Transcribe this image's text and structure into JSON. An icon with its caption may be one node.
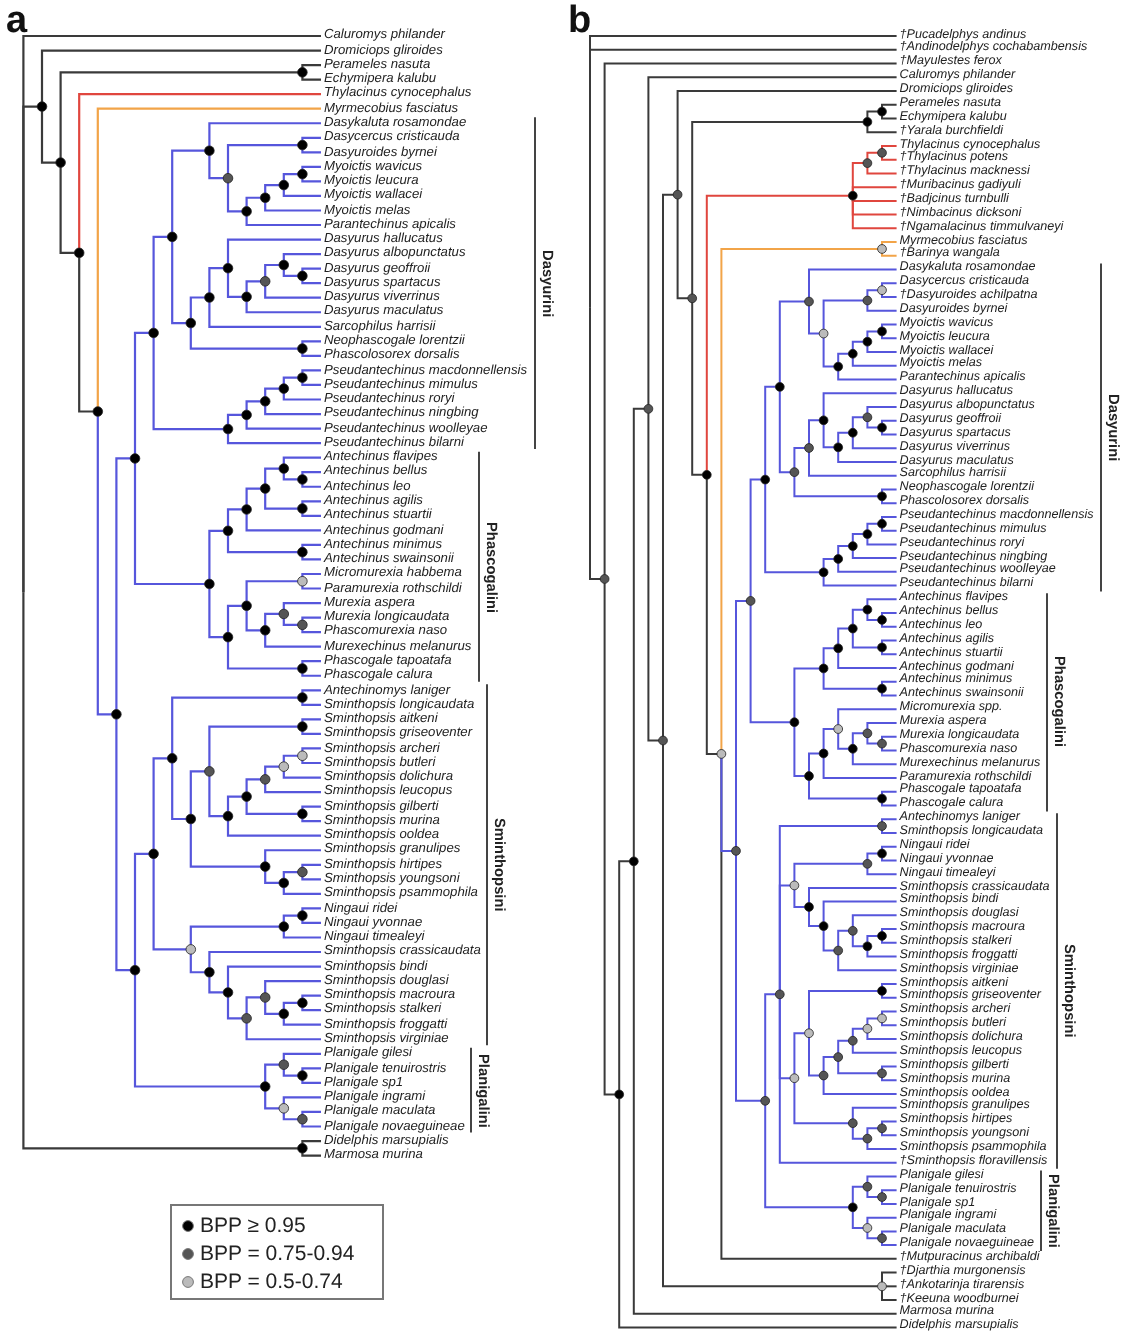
{
  "diagram": {
    "labels": [
      "a",
      "Caluromys philander",
      "Dromiciops gliroides",
      "Perameles nasuta",
      "Echymipera kalubu",
      "Thylacinus cynocephalus",
      "Myrmecobius fasciatus",
      "Dasykaluta rosamondae",
      "Dasycercus cristicauda",
      "Dasyuroides byrnei",
      "Myoictis wavicus",
      "Myoictis leucura",
      "Myoictis wallacei",
      "Myoictis melas",
      "Parantechinus apicalis",
      "Dasyurus hallucatus",
      "Dasyurus albopunctatus",
      "Dasyurus geoffroii",
      "Dasyurus spartacus",
      "Dasyurus viverrinus",
      "Dasyurus maculatus",
      "Sarcophilus harrisii",
      "Neophascogale lorentzii",
      "Phascolosorex dorsalis",
      "Pseudantechinus macdonnellensis",
      "Pseudantechinus mimulus",
      "Pseudantechinus roryi",
      "Pseudantechinus ningbing",
      "Pseudantechinus woolleyae",
      "Pseudantechinus bilarni",
      "Antechinus flavipes",
      "Antechinus bellus",
      "Antechinus leo",
      "Antechinus agilis",
      "Antechinus stuartii",
      "Antechinus godmani",
      "Antechinus minimus",
      "Antechinus swainsonii",
      "Micromurexia habbema",
      "Paramurexia rothschildi",
      "Murexia aspera",
      "Murexia longicaudata",
      "Phascomurexia naso",
      "Murexechinus melanurus",
      "Phascogale tapoatafa",
      "Phascogale calura",
      "Antechinomys laniger",
      "Sminthopsis longicaudata",
      "Sminthopsis aitkeni",
      "Sminthopsis griseoventer",
      "Sminthopsis archeri",
      "Sminthopsis butleri",
      "Sminthopsis dolichura",
      "Sminthopsis leucopus",
      "Sminthopsis gilberti",
      "Sminthopsis murina",
      "Sminthopsis ooldea",
      "Sminthopsis granulipes",
      "Sminthopsis hirtipes",
      "Sminthopsis youngsoni",
      "Sminthopsis psammophila",
      "Ningaui ridei",
      "Ningaui yvonnae",
      "Ningaui timealeyi",
      "Sminthopsis crassicaudata",
      "Sminthopsis bindi",
      "Sminthopsis douglasi",
      "Sminthopsis macroura",
      "Sminthopsis stalkeri",
      "Sminthopsis froggatti",
      "Sminthopsis virginiae",
      "Planigale gilesi",
      "Planigale tenuirostris",
      "Planigale sp1",
      "Planigale ingrami",
      "Planigale maculata",
      "Planigale novaeguineae",
      "Didelphis marsupialis",
      "Marmosa murina",
      "Dasyurini",
      "Phascogalini",
      "Sminthopsini",
      "Planigalini",
      "b",
      "†Pucadelphys andinus",
      "†Andinodelphys cochabambensis",
      "†Mayulestes ferox",
      "Caluromys philander",
      "Dromiciops gliroides",
      "Perameles nasuta",
      "Echymipera kalubu",
      "†Yarala burchfieldi",
      "Thylacinus cynocephalus",
      "†Thylacinus potens",
      "†Thylacinus macknessi",
      "†Muribacinus gadiyuli",
      "†Badjcinus turnbulli",
      "†Nimbacinus dicksoni",
      "†Ngamalacinus timmulvaneyi",
      "Myrmecobius fasciatus",
      "†Barinya wangala",
      "Dasykaluta rosamondae",
      "Dasycercus cristicauda",
      "†Dasyuroides achilpatna",
      "Dasyuroides byrnei",
      "Myoictis wavicus",
      "Myoictis leucura",
      "Myoictis wallacei",
      "Myoictis melas",
      "Parantechinus apicalis",
      "Dasyurus hallucatus",
      "Dasyurus albopunctatus",
      "Dasyurus geoffroii",
      "Dasyurus spartacus",
      "Dasyurus viverrinus",
      "Dasyurus maculatus",
      "Sarcophilus harrisii",
      "Neophascogale lorentzii",
      "Phascolosorex dorsalis",
      "Pseudantechinus macdonnellensis",
      "Pseudantechinus mimulus",
      "Pseudantechinus roryi",
      "Pseudantechinus ningbing",
      "Pseudantechinus woolleyae",
      "Pseudantechinus bilarni",
      "Antechinus flavipes",
      "Antechinus bellus",
      "Antechinus leo",
      "Antechinus agilis",
      "Antechinus stuartii",
      "Antechinus godmani",
      "Antechinus minimus",
      "Antechinus swainsonii",
      "Micromurexia spp.",
      "Murexia aspera",
      "Murexia longicaudata",
      "Phascomurexia naso",
      "Murexechinus melanurus",
      "Paramurexia rothschildi",
      "Phascogale tapoatafa",
      "Phascogale calura",
      "Antechinomys laniger",
      "Sminthopsis longicaudata",
      "Ningaui ridei",
      "Ningaui yvonnae",
      "Ningaui timealeyi",
      "Sminthopsis crassicaudata",
      "Sminthopsis bindi",
      "Sminthopsis douglasi",
      "Sminthopsis macroura",
      "Sminthopsis stalkeri",
      "Sminthopsis froggatti",
      "Sminthopsis virginiae",
      "Sminthopsis aitkeni",
      "Sminthopsis griseoventer",
      "Sminthopsis archeri",
      "Sminthopsis butleri",
      "Sminthopsis dolichura",
      "Sminthopsis leucopus",
      "Sminthopsis gilberti",
      "Sminthopsis murina",
      "Sminthopsis ooldea",
      "Sminthopsis granulipes",
      "Sminthopsis hirtipes",
      "Sminthopsis youngsoni",
      "Sminthopsis psammophila",
      "†Sminthopsis floravillensis",
      "Planigale gilesi",
      "Planigale tenuirostris",
      "Planigale sp1",
      "Planigale ingrami",
      "Planigale maculata",
      "Planigale novaeguineae",
      "†Mutpuracinus archibaldi",
      "†Djarthia murgonensis",
      "†Ankotarinja tirarensis",
      "†Keeuna woodburnei",
      "Marmosa murina",
      "Didelphis marsupialis",
      "Dasyurini",
      "Phascogalini",
      "Sminthopsini",
      "Planigalini"
    ],
    "legend": [
      {
        "text": "BPP ≥ 0.95",
        "color": "#000000"
      },
      {
        "text": "BPP = 0.75-0.94",
        "color": "#555555"
      },
      {
        "text": "BPP = 0.5-0.74",
        "color": "#bbbbbb"
      }
    ]
  }
}
